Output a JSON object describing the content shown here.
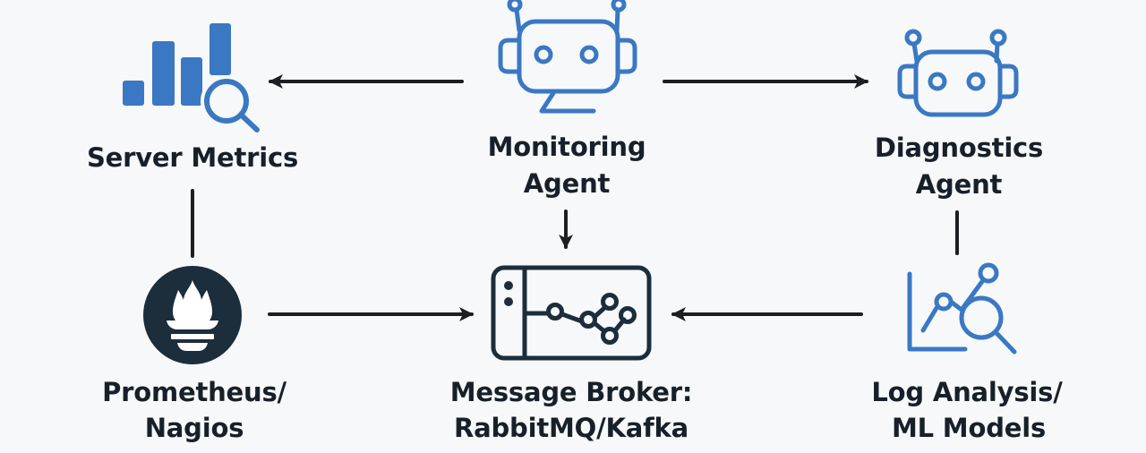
{
  "colors": {
    "accent_blue": "#3a78c3",
    "dark_navy": "#1c2d3c",
    "arrow": "#1b1f24",
    "text": "#17202a",
    "background": "#f7f8f9"
  },
  "nodes": {
    "server_metrics": {
      "label": "Server Metrics",
      "icon": "bar-chart-magnifier-icon"
    },
    "monitoring_agent": {
      "label_line1": "Monitoring",
      "label_line2": "Agent",
      "icon": "robot-icon"
    },
    "diagnostics_agent": {
      "label_line1": "Diagnostics",
      "label_line2": "Agent",
      "icon": "robot-icon"
    },
    "prometheus": {
      "label_line1": "Prometheus/",
      "label_line2": "Nagios",
      "icon": "prometheus-flame-icon"
    },
    "message_broker": {
      "label_line1": "Message Broker:",
      "label_line2": "RabbitMQ/Kafka",
      "icon": "broker-network-icon"
    },
    "log_analysis": {
      "label_line1": "Log Analysis/",
      "label_line2": "ML Models",
      "icon": "line-chart-magnifier-icon"
    }
  },
  "edges": [
    {
      "from": "monitoring_agent",
      "to": "server_metrics",
      "type": "arrow"
    },
    {
      "from": "monitoring_agent",
      "to": "diagnostics_agent",
      "type": "arrow"
    },
    {
      "from": "monitoring_agent",
      "to": "message_broker",
      "type": "arrow"
    },
    {
      "from": "prometheus",
      "to": "message_broker",
      "type": "arrow"
    },
    {
      "from": "log_analysis",
      "to": "message_broker",
      "type": "arrow"
    },
    {
      "from": "server_metrics",
      "to": "prometheus",
      "type": "line"
    },
    {
      "from": "diagnostics_agent",
      "to": "log_analysis",
      "type": "line"
    }
  ]
}
